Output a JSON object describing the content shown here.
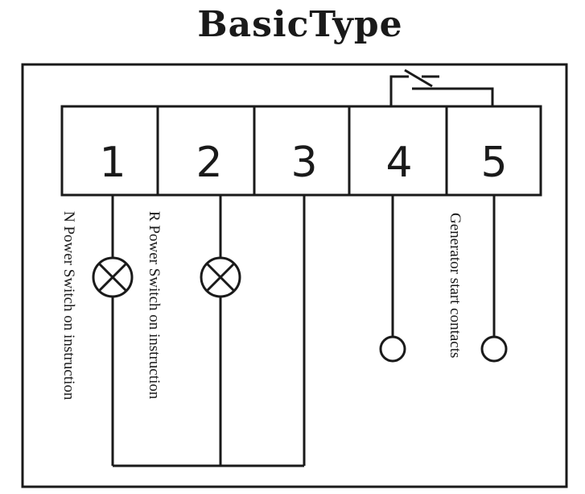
{
  "title": "BasicType",
  "terminals": [
    {
      "number": "1"
    },
    {
      "number": "2"
    },
    {
      "number": "3"
    },
    {
      "number": "4"
    },
    {
      "number": "5"
    }
  ],
  "labels": {
    "n_power": "N Power Switch on instruction",
    "r_power": "R Power Switch on instruction",
    "generator": "Generator start contacts"
  },
  "colors": {
    "line": "#1a1a1a",
    "background": "#ffffff"
  },
  "icons": {
    "lamp": "lamp-icon",
    "contact_terminal": "contact-terminal-icon",
    "relay_switch": "relay-switch-icon"
  }
}
